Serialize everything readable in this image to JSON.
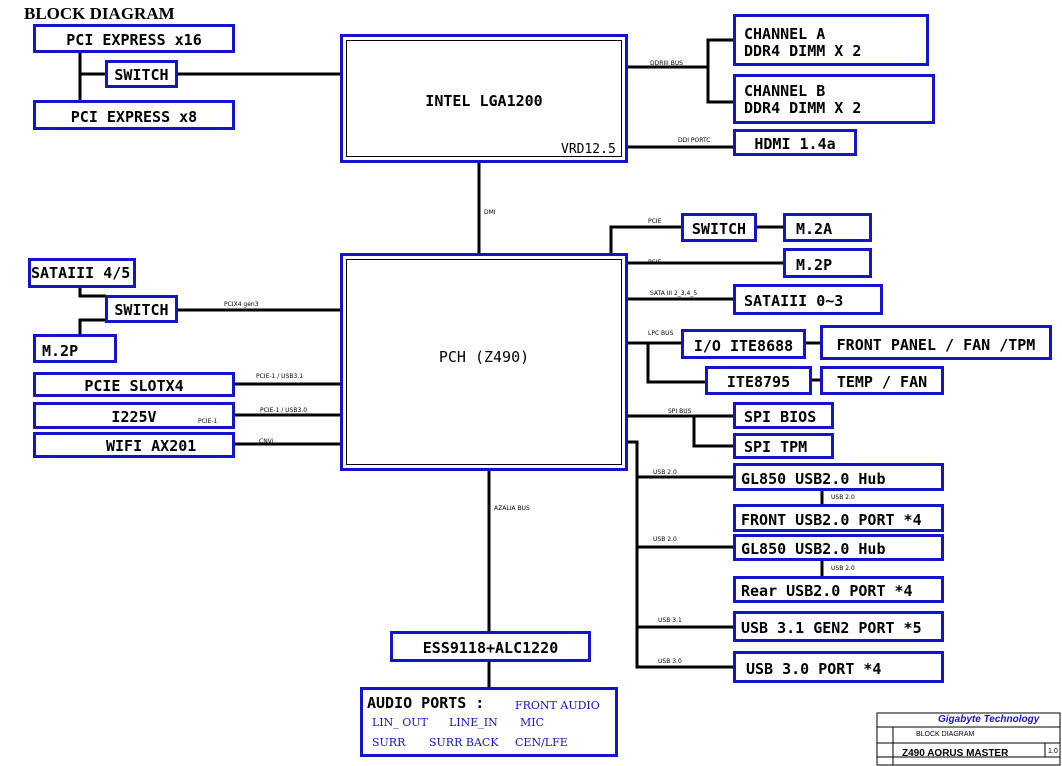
{
  "title": "BLOCK DIAGRAM",
  "boxes": {
    "pci_x16": "PCI EXPRESS x16",
    "switch_top": "SWITCH",
    "pci_x8": "PCI EXPRESS x8",
    "cpu": "INTEL LGA1200",
    "vrd": "VRD12.5",
    "ch_a_1": "CHANNEL A",
    "ch_a_2": "DDR4  DIMM X 2",
    "ch_b_1": "CHANNEL B",
    "ch_b_2": "DDR4 DIMM X 2",
    "hdmi": "HDMI 1.4a",
    "sata45": "SATAIII 4/5",
    "switch_left": "SWITCH",
    "m2p_left": "M.2P",
    "pch": "PCH (Z490)",
    "pcie_slot": "PCIE SLOTX4",
    "i225v": "I225V",
    "wifi": "WIFI AX201",
    "switch_pch": "SWITCH",
    "m2a": "M.2A",
    "m2p_right": "M.2P",
    "sata03": "SATAIII 0~3",
    "io_ite": "I/O ITE8688",
    "front_panel": "FRONT PANEL / FAN /TPM",
    "ite8795": "ITE8795",
    "temp_fan": "TEMP / FAN",
    "spi_bios": "SPI BIOS",
    "spi_tpm": "SPI TPM",
    "gl850_1": "GL850 USB2.0 Hub",
    "front_usb2": "FRONT USB2.0 PORT *4",
    "gl850_2": "GL850 USB2.0 Hub",
    "rear_usb2": "Rear USB2.0 PORT *4",
    "usb31": "USB 3.1 GEN2 PORT *5",
    "usb30": "USB 3.0 PORT *4",
    "ess": "ESS9118+ALC1220"
  },
  "audio": {
    "title": "AUDIO PORTS :",
    "front_audio": "FRONT AUDIO",
    "lin_out": "LIN_ OUT",
    "line_in": "LINE_IN",
    "mic": "MIC",
    "surr": "SURR",
    "surr_back": "SURR BACK",
    "cen_lfe": "CEN/LFE"
  },
  "labels": {
    "ddriii_bus": "DDRIII BUS",
    "ddi_portc": "DDI PORTC",
    "dmi": "DMI",
    "pcie": "PCIE",
    "pcie2": "PCIE",
    "sata_iii": "SATA III 2_3,4_5",
    "lpc_bus": "LPC BUS",
    "spi_bus": "SPI BUS",
    "usb20_a": "USB 2.0",
    "usb20_b": "USB 2.0",
    "usb20_c": "USB 2.0",
    "usb20_d": "USB 2.0",
    "usb31": "USB 3.1",
    "usb30": "USB 3.0",
    "azalia": "AZALIA BUS",
    "pcix4_gen3": "PCIX4 gen3",
    "pcie1_usb31": "PCIE-1 / USB3.1",
    "pcie1_usb30": "PCIE-1 / USB3.0",
    "pcie1": "PCIE-1",
    "cnvi": "CNVi"
  },
  "title_block": {
    "company": "Gigabyte Technology",
    "sheet_title": "BLOCK DIAGRAM",
    "model": "Z490 AORUS MASTER",
    "rev": "1.0"
  },
  "colors": {
    "box_border": "#1414c8",
    "wire": "#000000",
    "audio_text": "#1414c8"
  }
}
